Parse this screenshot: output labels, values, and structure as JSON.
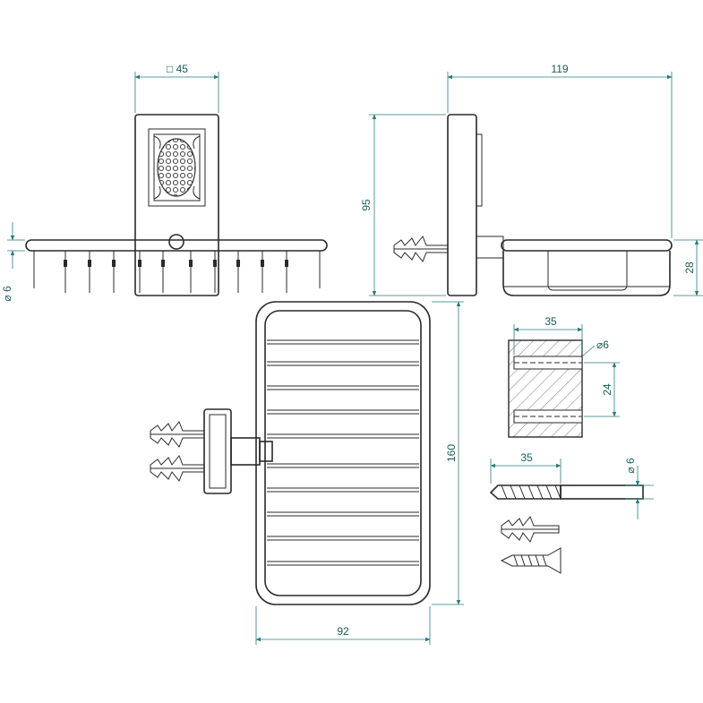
{
  "colors": {
    "dimension": "#2a7a7a",
    "part": "#2a2a2a",
    "background": "#ffffff"
  },
  "dimensions": {
    "front_width": "□ 45",
    "side_depth": "119",
    "side_height": "95",
    "left_diameter": "⌀ 6",
    "right_height": "28",
    "top_height": "160",
    "top_width": "92",
    "block_width": "35",
    "block_hole": "⌀6",
    "block_spacing": "24",
    "drill_length": "35",
    "drill_diameter": "⌀ 6"
  },
  "icons": [
    "wall-plug-icon",
    "screw-icon",
    "drill-bit-icon"
  ]
}
